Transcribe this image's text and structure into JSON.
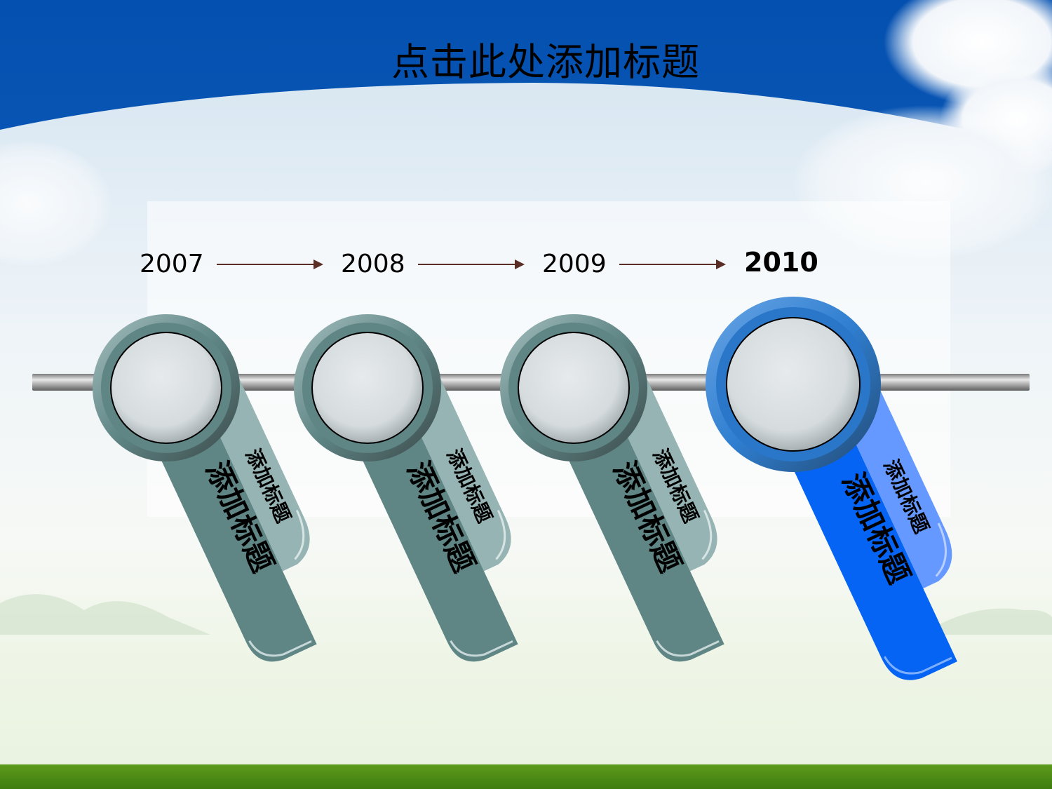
{
  "slide": {
    "title": "点击此处添加标题",
    "colors": {
      "sky_top": "#0a56b4",
      "grey_ring": "#5f8585",
      "grey_tab_dark": "#5f8585",
      "grey_tab_light": "#97b4b4",
      "blue_ring": "#2f7ed0",
      "blue_tab_dark": "#0564f4",
      "blue_tab_light": "#6699ff",
      "arrow": "#5a2e24"
    }
  },
  "timeline": {
    "items": [
      {
        "year": "2007",
        "main_label": "添加标题",
        "sub_label": "添加标题",
        "highlighted": false
      },
      {
        "year": "2008",
        "main_label": "添加标题",
        "sub_label": "添加标题",
        "highlighted": false
      },
      {
        "year": "2009",
        "main_label": "添加标题",
        "sub_label": "添加标题",
        "highlighted": false
      },
      {
        "year": "2010",
        "main_label": "添加标题",
        "sub_label": "添加标题",
        "highlighted": true
      }
    ]
  }
}
